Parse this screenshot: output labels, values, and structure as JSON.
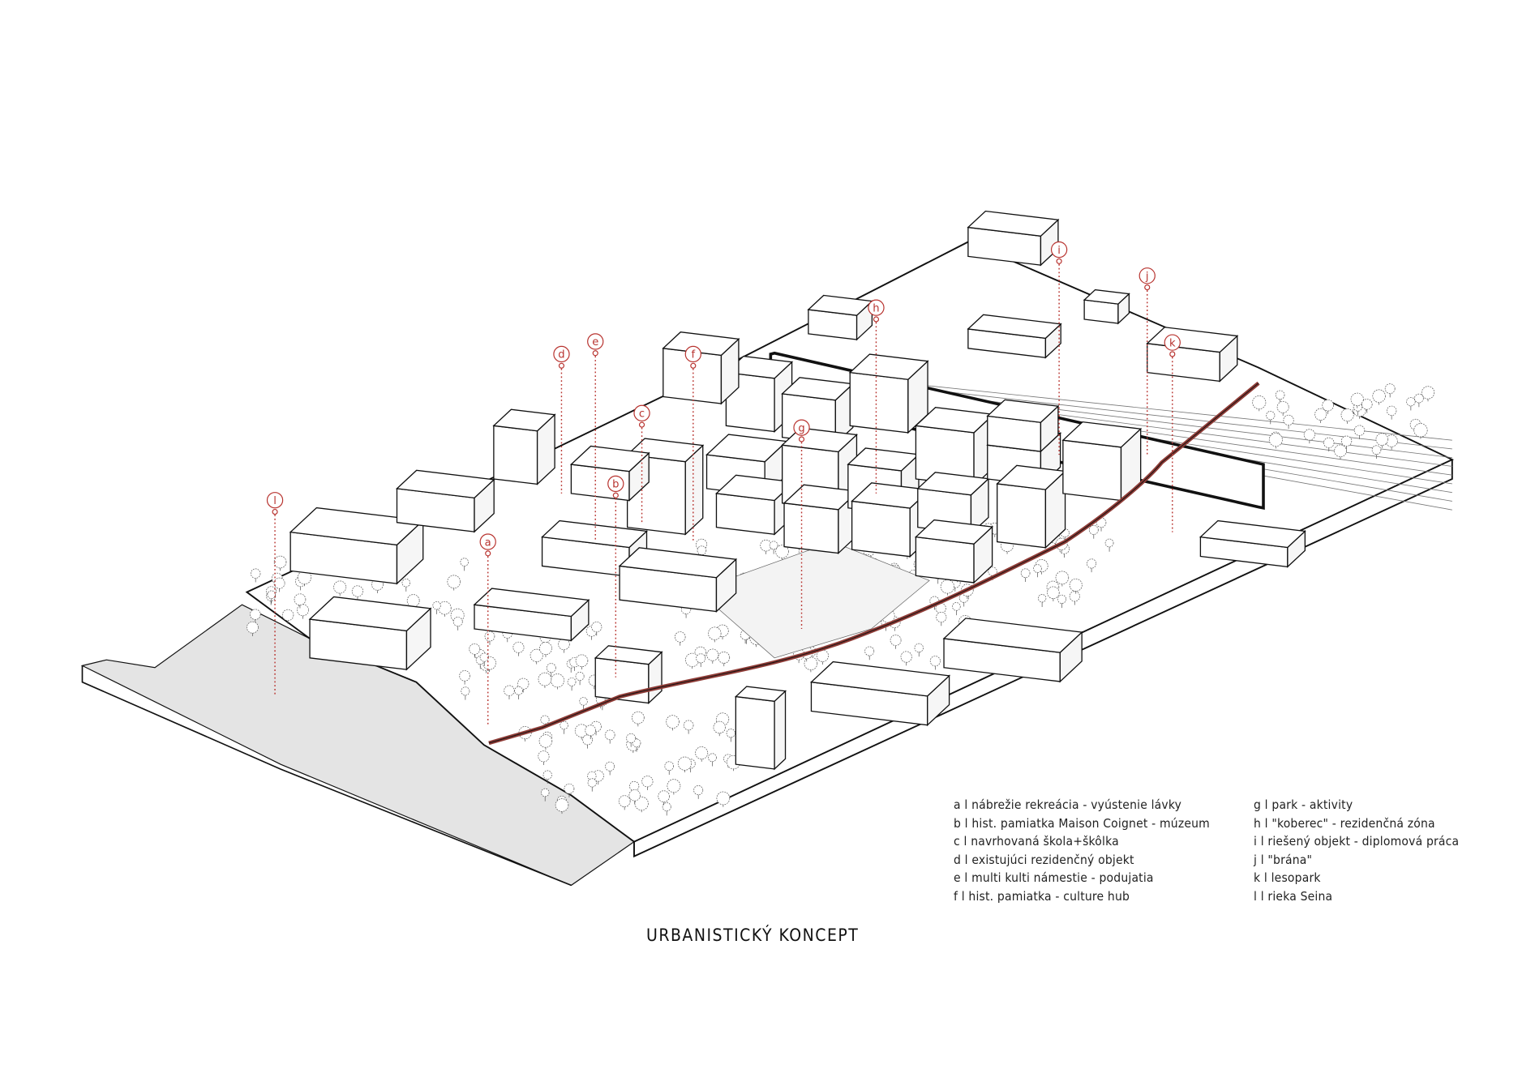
{
  "title": "URBANISTICKÝ KONCEPT",
  "markers": [
    "a",
    "b",
    "c",
    "d",
    "e",
    "f",
    "g",
    "h",
    "i",
    "j",
    "k",
    "l"
  ],
  "legend": {
    "left": [
      "a l nábrežie rekreácia - vyústenie lávky",
      "b l hist. pamiatka Maison Coignet - múzeum",
      "c l navrhovaná škola+škôlka",
      "d l existujúci rezidenčný objekt",
      "e l multi kulti námestie - podujatia",
      "f l hist. pamiatka - culture hub"
    ],
    "right": [
      "g l park - aktivity",
      "h l \"koberec\" - rezidenčná zóna",
      "i l riešený objekt - diplomová práca",
      "j l \"brána\"",
      "k l lesopark",
      "l l rieka Seina"
    ]
  },
  "colors": {
    "marker": "#b8332f",
    "footbridge": "#8e3b36",
    "river": "#e4e4e4",
    "lines": "#111111"
  }
}
